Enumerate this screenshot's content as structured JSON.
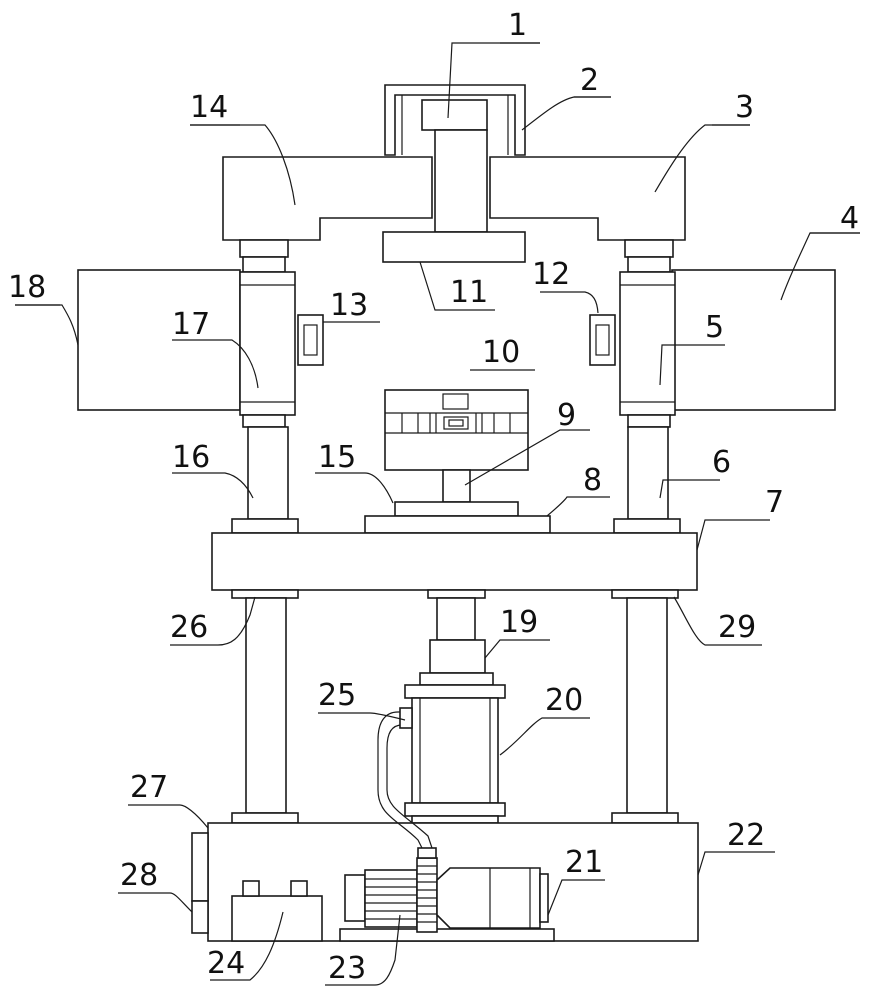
{
  "labels": {
    "l1": "1",
    "l2": "2",
    "l3": "3",
    "l4": "4",
    "l5": "5",
    "l6": "6",
    "l7": "7",
    "l8": "8",
    "l9": "9",
    "l10": "10",
    "l11": "11",
    "l12": "12",
    "l13": "13",
    "l14": "14",
    "l15": "15",
    "l16": "16",
    "l17": "17",
    "l18": "18",
    "l19": "19",
    "l20": "20",
    "l21": "21",
    "l22": "22",
    "l23": "23",
    "l24": "24",
    "l25": "25",
    "l26": "26",
    "l27": "27",
    "l28": "28",
    "l29": "29"
  }
}
